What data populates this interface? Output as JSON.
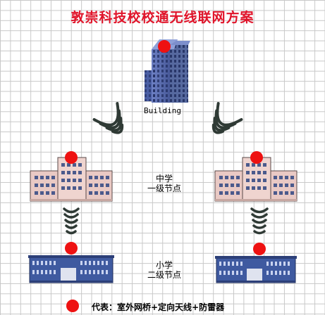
{
  "title": "敦崇科技校校通无线联网方案",
  "building_label": "Building",
  "middle_school": {
    "line1": "中学",
    "line2": "一级节点"
  },
  "primary_school": {
    "line1": "小学",
    "line2": "二级节点"
  },
  "legend": {
    "text": "代表：室外网桥+定向天线+防雷器"
  },
  "colors": {
    "title": "#e0142a",
    "node": "#ee1111",
    "grid": "#c8c8c8",
    "tower": "#5a6fb6",
    "school_wall": "#e9c9c4",
    "primary_body": "#3f5aa0",
    "signal": "#2f3a35"
  }
}
